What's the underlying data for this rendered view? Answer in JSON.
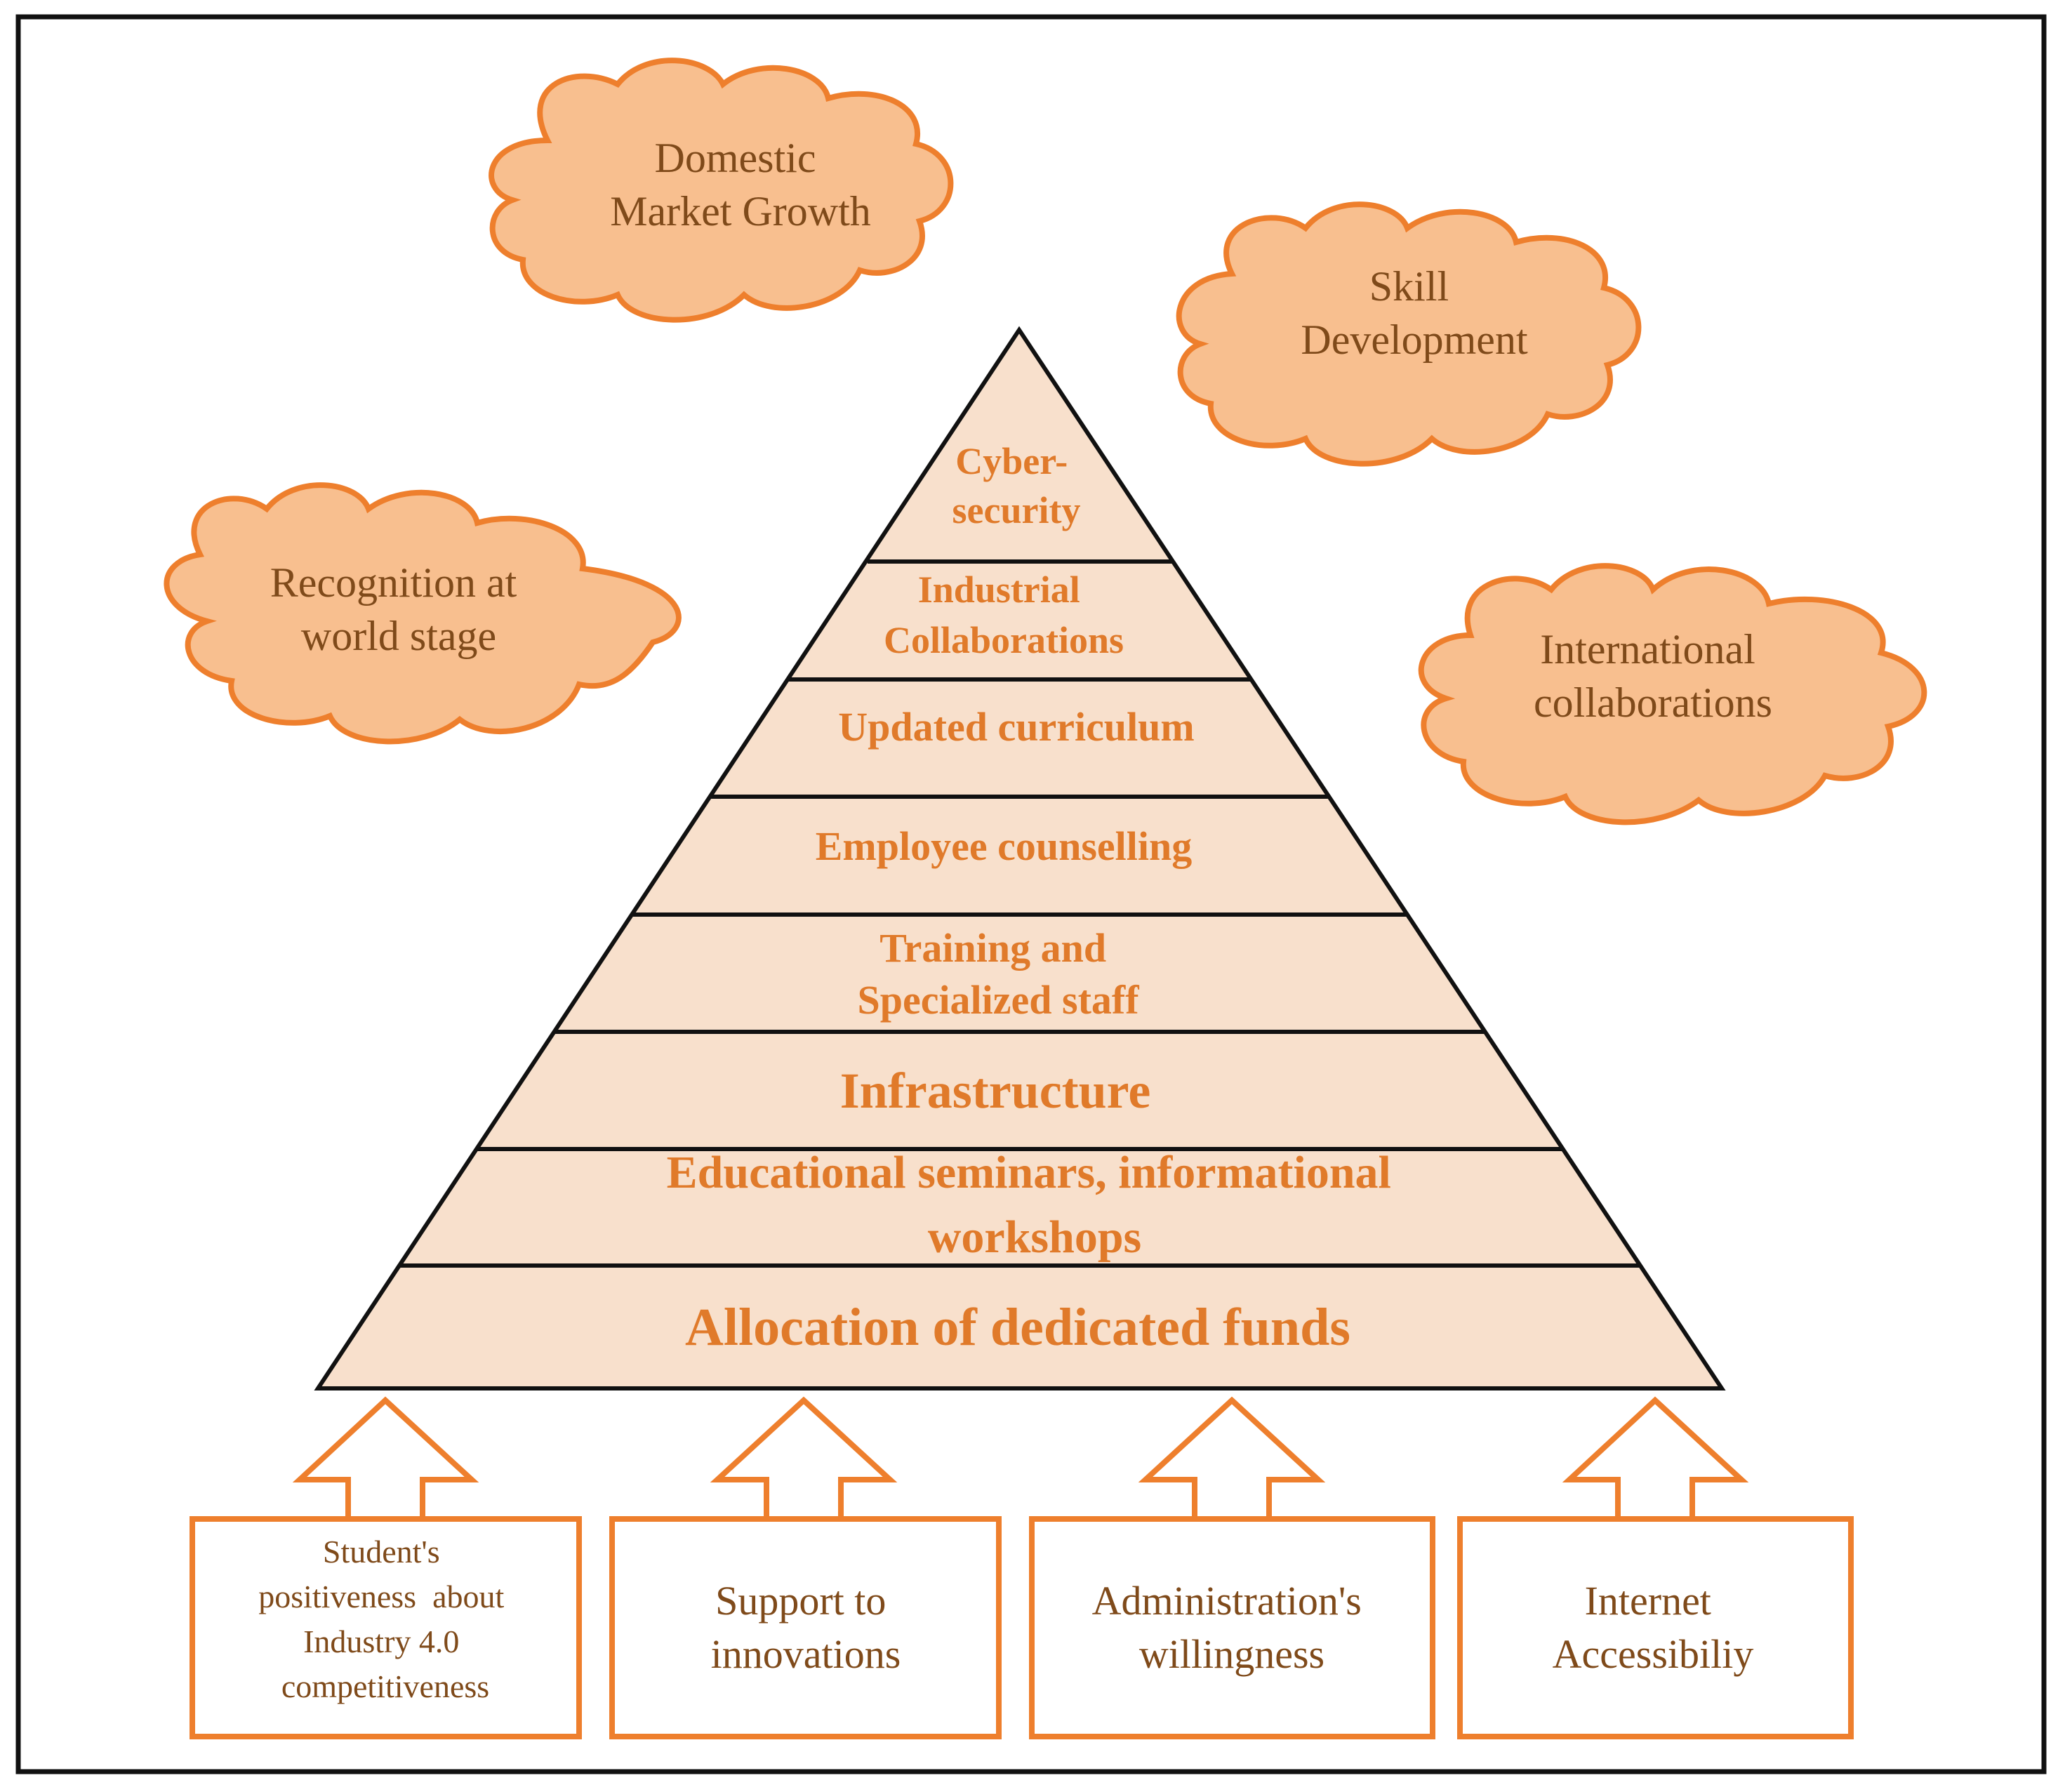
{
  "colors": {
    "accent_orange": "#ee7f2d",
    "cloud_fill": "#f8bf8f",
    "pyramid_fill": "#f8e0cc",
    "level_text": "#e07a2a",
    "cloud_text": "#7f4a1a",
    "frame": "#111111"
  },
  "clouds": [
    {
      "id": "domestic",
      "lines": [
        "Domestic",
        "Market Growth"
      ]
    },
    {
      "id": "skill",
      "lines": [
        "Skill",
        "Development"
      ]
    },
    {
      "id": "recognition",
      "lines": [
        "Recognition at",
        "world stage"
      ]
    },
    {
      "id": "international",
      "lines": [
        "International",
        "collaborations"
      ]
    }
  ],
  "pyramid": {
    "levels": [
      {
        "lines": [
          "Cyber-",
          "security"
        ]
      },
      {
        "lines": [
          "Industrial",
          "Collaborations"
        ]
      },
      {
        "lines": [
          "Updated curriculum"
        ]
      },
      {
        "lines": [
          "Employee counselling"
        ]
      },
      {
        "lines": [
          "Training and",
          "Specialized staff"
        ]
      },
      {
        "lines": [
          "Infrastructure"
        ]
      },
      {
        "lines": [
          "Educational seminars, informational",
          "workshops"
        ]
      },
      {
        "lines": [
          "Allocation of dedicated funds"
        ]
      }
    ]
  },
  "supports": [
    {
      "lines": [
        "Student's",
        "positiveness  about",
        "Industry 4.0",
        "competitiveness"
      ]
    },
    {
      "lines": [
        "Support to",
        "innovations"
      ]
    },
    {
      "lines": [
        "Administration's",
        "willingness"
      ]
    },
    {
      "lines": [
        "Internet",
        "Accessibiliy"
      ]
    }
  ]
}
